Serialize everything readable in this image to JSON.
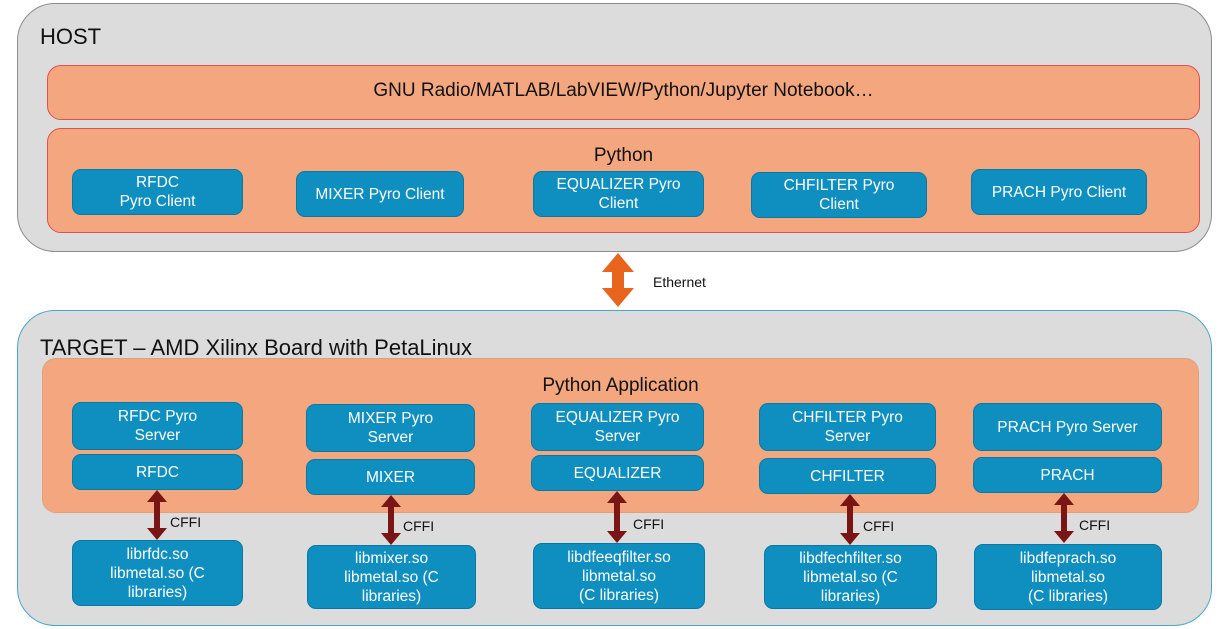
{
  "host": {
    "title": "HOST",
    "top_band": "GNU Radio/MATLAB/LabVIEW/Python/Jupyter Notebook…",
    "python_band": {
      "title": "Python",
      "clients": [
        "RFDC\nPyro Client",
        "MIXER Pyro Client",
        "EQUALIZER Pyro\nClient",
        "CHFILTER Pyro\nClient",
        "PRACH Pyro Client"
      ]
    }
  },
  "link": {
    "label": "Ethernet",
    "color": "#e8651e"
  },
  "target": {
    "title": "TARGET – AMD Xilinx Board with PetaLinux",
    "app_band": {
      "title": "Python Application",
      "servers": [
        "RFDC  Pyro\nServer",
        "MIXER Pyro\nServer",
        "EQUALIZER Pyro\nServer",
        "CHFILTER  Pyro\nServer",
        "PRACH Pyro Server"
      ],
      "modules": [
        "RFDC",
        "MIXER",
        "EQUALIZER",
        "CHFILTER",
        "PRACH"
      ]
    },
    "interface_label": "CFFI",
    "libraries": [
      "librfdc.so\nlibmetal.so (C\nlibraries)",
      "libmixer.so\nlibmetal.so (C\nlibraries)",
      "libdfeeqfilter.so\nlibmetal.so\n(C libraries)",
      "libdfechfilter.so\nlibmetal.so (C\nlibraries)",
      "libdfeprach.so\nlibmetal.so\n(C libraries)"
    ]
  },
  "colors": {
    "outer_box": "#dcdcdc",
    "band": "#f4a77f",
    "component": "#0e8fc0",
    "cffi_arrow": "#7a1515",
    "ethernet_arrow": "#e8651e"
  }
}
